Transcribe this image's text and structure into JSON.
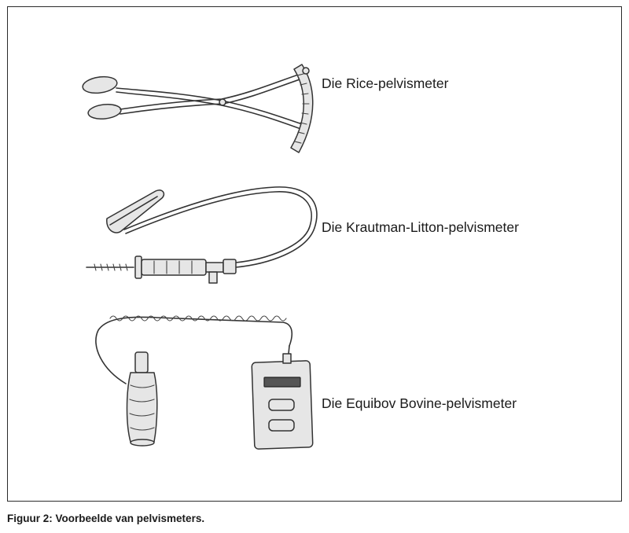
{
  "labels": {
    "rice": "Die Rice-pelvismeter",
    "krautman_litton": "Die Krautman-Litton-pelvismeter",
    "equibov": "Die Equibov Bovine-pelvismeter"
  },
  "caption": "Figuur 2: Voorbeelde van pelvismeters."
}
